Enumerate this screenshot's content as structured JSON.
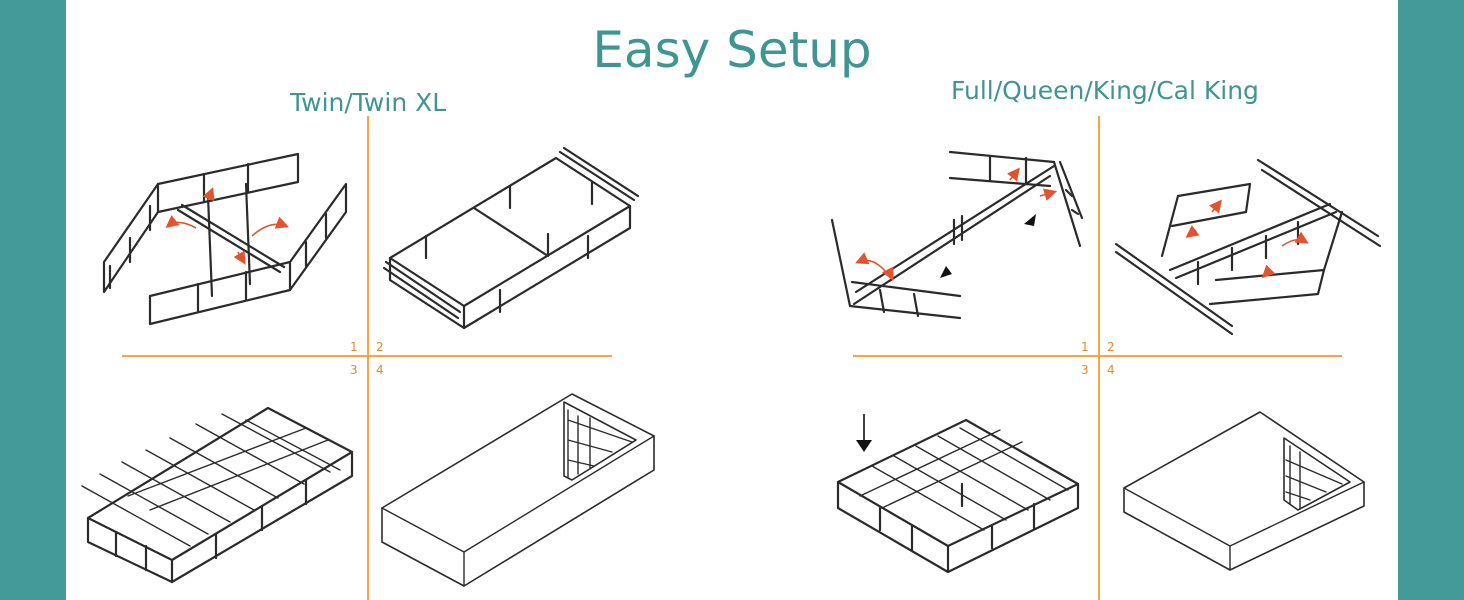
{
  "title": "Easy Setup",
  "sections": [
    {
      "label": "Twin/Twin XL",
      "steps": [
        "1",
        "2",
        "3",
        "4"
      ]
    },
    {
      "label": "Full/Queen/King/Cal King",
      "steps": [
        "1",
        "2",
        "3",
        "4"
      ]
    }
  ],
  "colors": {
    "side_bar": "#439a96",
    "title": "#3f9591",
    "divider": "#f5a545",
    "arrow": "#e2542e"
  }
}
